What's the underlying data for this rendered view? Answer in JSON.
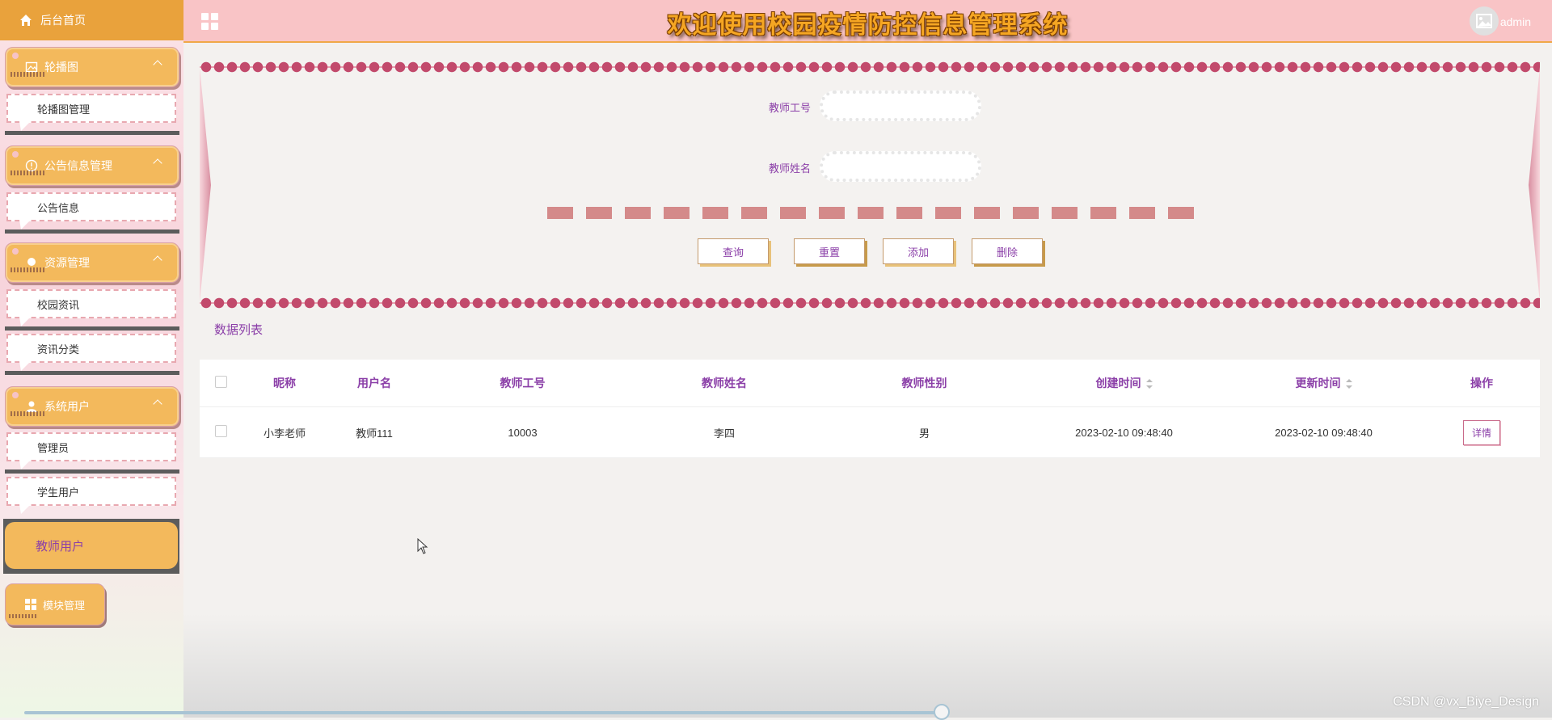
{
  "header": {
    "title": "欢迎使用校园疫情防控信息管理系统",
    "user": "admin"
  },
  "sidebar": {
    "home": "后台首页",
    "groups": [
      {
        "label": "轮播图",
        "icon": "image-icon",
        "items": [
          "轮播图管理"
        ]
      },
      {
        "label": "公告信息管理",
        "icon": "info-icon",
        "items": [
          "公告信息"
        ]
      },
      {
        "label": "资源管理",
        "icon": "location-icon",
        "items": [
          "校园资讯",
          "资讯分类"
        ]
      },
      {
        "label": "系统用户",
        "icon": "user-icon",
        "items": [
          "管理员",
          "学生用户",
          "教师用户"
        ]
      }
    ],
    "active_item": "教师用户",
    "module": "模块管理"
  },
  "search": {
    "teacher_no_label": "教师工号",
    "teacher_no_value": "",
    "teacher_name_label": "教师姓名",
    "teacher_name_value": "",
    "buttons": {
      "query": "查询",
      "reset": "重置",
      "add": "添加",
      "delete": "删除"
    }
  },
  "list": {
    "title": "数据列表",
    "columns": [
      "昵称",
      "用户名",
      "教师工号",
      "教师姓名",
      "教师性别",
      "创建时间",
      "更新时间",
      "操作"
    ],
    "rows": [
      {
        "nickname": "小李老师",
        "username": "教师111",
        "teacher_no": "10003",
        "teacher_name": "李四",
        "gender": "男",
        "created": "2023-02-10 09:48:40",
        "updated": "2023-02-10 09:48:40",
        "action": "详情"
      }
    ]
  },
  "watermark": "CSDN @vx_Biye_Design",
  "colors": {
    "accent": "#f3b95c",
    "purple": "#8b3fa8",
    "header_bg": "#f9c4c6",
    "border_pink": "#c24a6c"
  }
}
